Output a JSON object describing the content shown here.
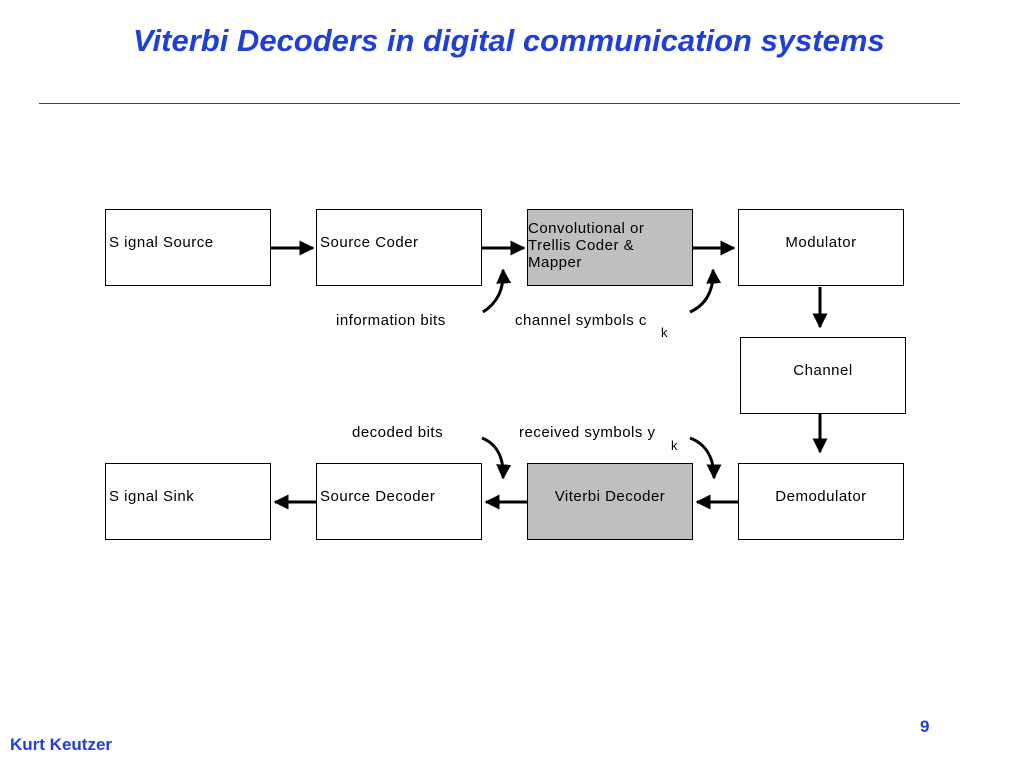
{
  "slide": {
    "title": "Viterbi Decoders in digital communication systems",
    "footer_author": "Kurt Keutzer",
    "page_number": "9"
  },
  "diagram": {
    "boxes": {
      "signal_source": "S ignal Source",
      "source_coder": "Source Coder",
      "conv_encoder": "Convolutional or\nTrellis Coder &\nMapper",
      "modulator": "Modulator",
      "channel": "Channel",
      "demodulator": "Demodulator",
      "viterbi_decoder": "Viterbi Decoder",
      "source_decoder": "Source Decoder",
      "signal_sink": "S ignal Sink"
    },
    "annotations": {
      "information_bits": "information bits",
      "channel_symbols": "channel symbols c",
      "channel_symbols_sub": "k",
      "received_symbols": "received symbols y",
      "received_symbols_sub": "k",
      "decoded_bits": "decoded bits"
    },
    "colors": {
      "title_blue": "#1f3fd9",
      "highlight_box": "#bfbfbf"
    }
  }
}
